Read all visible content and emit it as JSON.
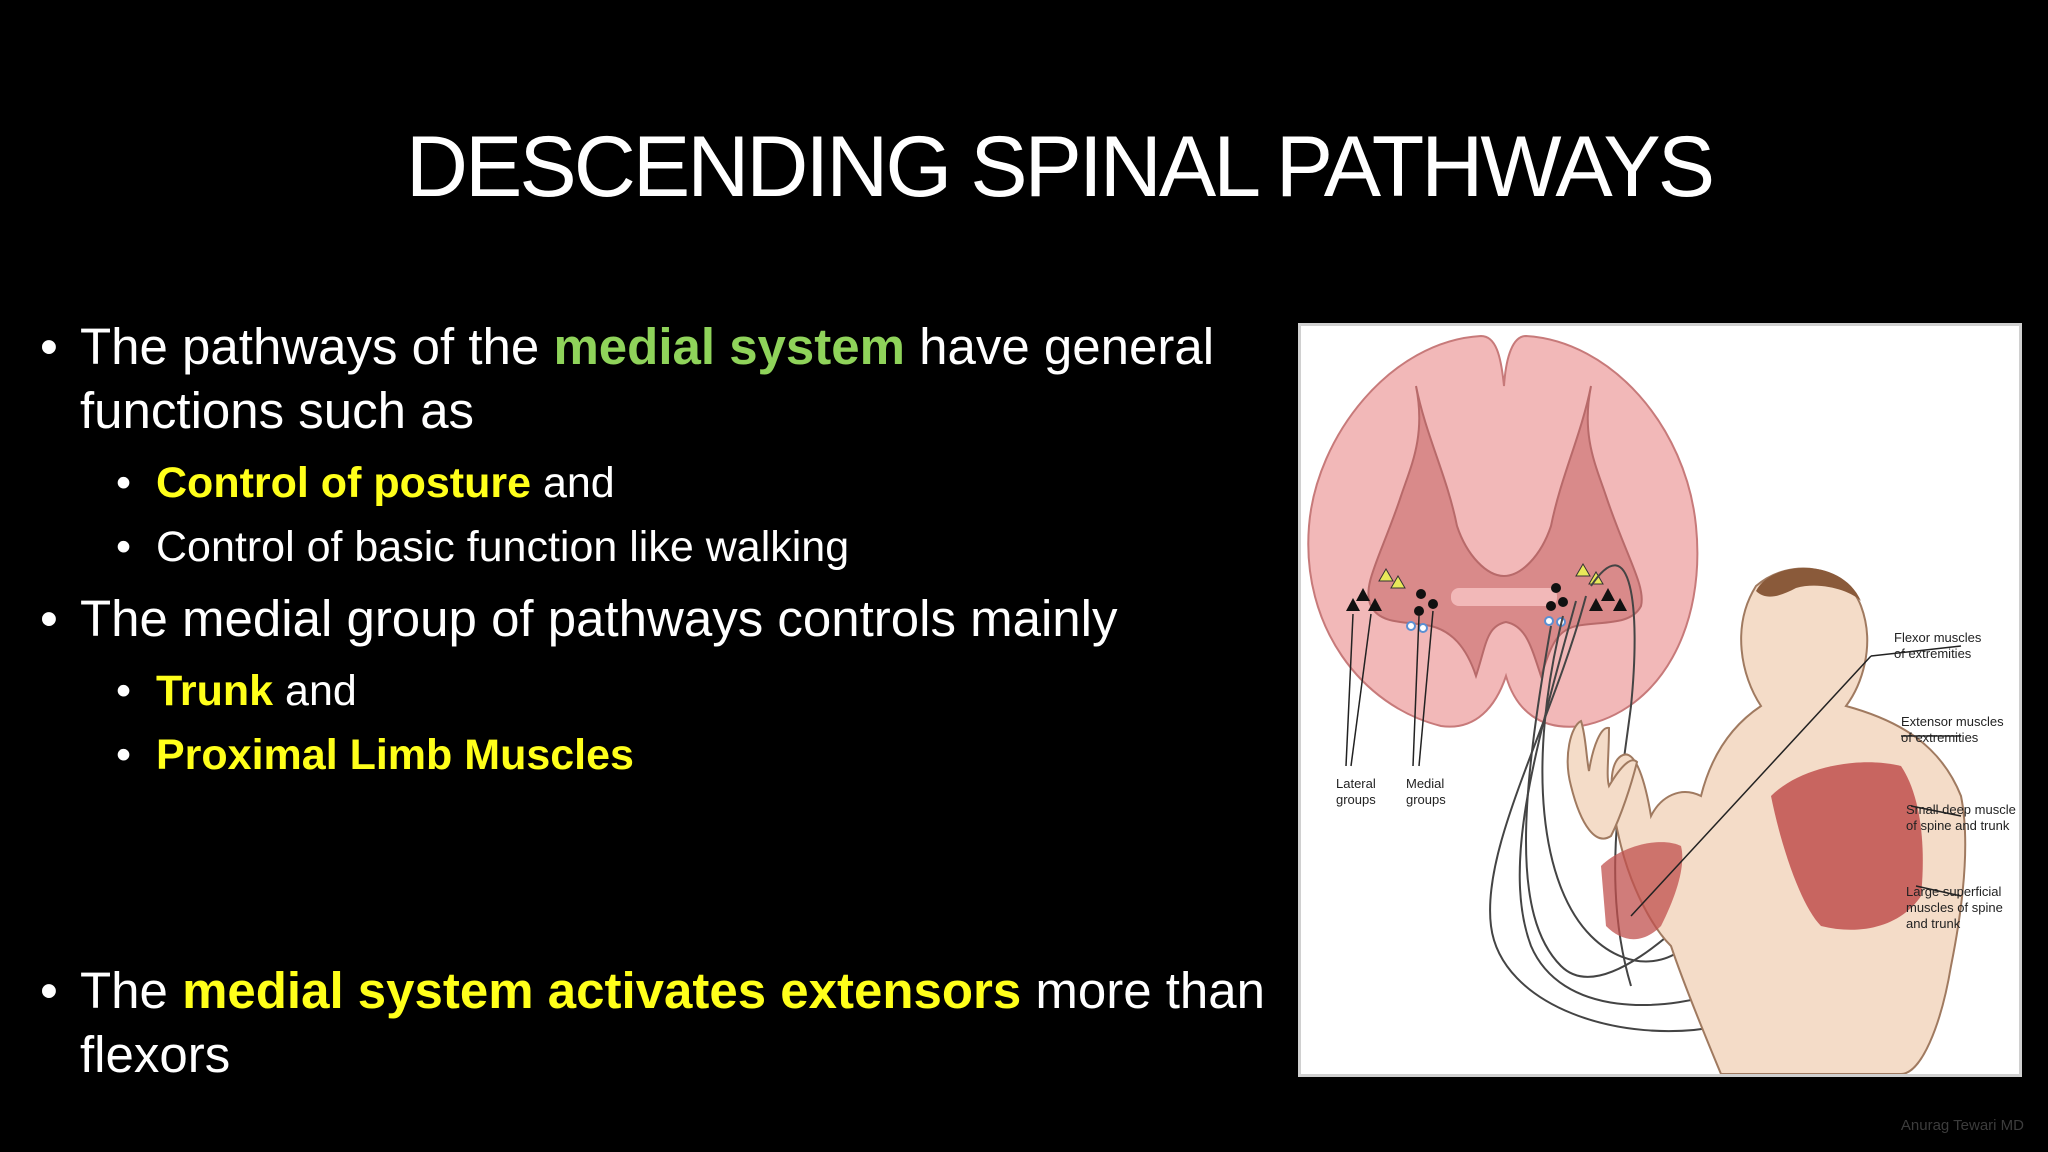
{
  "slide": {
    "title": "DESCENDING SPINAL PATHWAYS",
    "bullet1": {
      "pre": "The pathways of the ",
      "highlight": "medial system",
      "post": " have general functions such as"
    },
    "bullet1_sub1": {
      "highlight": "Control of posture",
      "post": " and"
    },
    "bullet1_sub2": "Control of basic function like walking",
    "bullet2": "The medial group of pathways controls mainly",
    "bullet2_sub1": {
      "highlight": "Trunk",
      "post": " and"
    },
    "bullet2_sub2": "Proximal Limb Muscles",
    "bullet3": {
      "pre": "The ",
      "highlight": "medial system activates extensors",
      "post": " more than flexors"
    },
    "bullet_glyph": "•",
    "credit": "Anurag Tewari MD"
  },
  "figure": {
    "labels": {
      "lateral": [
        "Lateral",
        "groups"
      ],
      "medial": [
        "Medial",
        "groups"
      ],
      "flexor": [
        "Flexor muscles",
        "of extremities"
      ],
      "extensor": [
        "Extensor muscles",
        "of extremities"
      ],
      "small_deep": [
        "Small deep muscle",
        "of spine and trunk"
      ],
      "large_superficial": [
        "Large superficial",
        "muscles of spine",
        "and trunk"
      ]
    }
  },
  "colors": {
    "accent_green": "#8fd35a",
    "accent_yellow": "#ffff1a",
    "cord_white_matter": "#f2b8b8",
    "cord_gray_matter": "#d98a8a",
    "muscle": "#c0504d"
  }
}
